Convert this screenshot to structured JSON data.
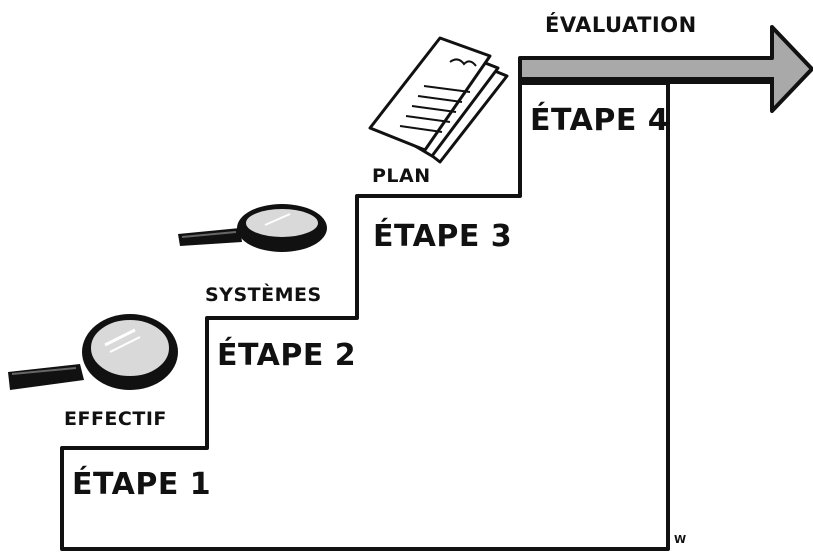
{
  "steps": [
    {
      "label": "ÉTAPE 1",
      "caption": "EFFECTIF",
      "icon": "magnifying-glass-icon"
    },
    {
      "label": "ÉTAPE 2",
      "caption": "SYSTÈMES",
      "icon": "magnifying-glass-icon"
    },
    {
      "label": "ÉTAPE 3",
      "caption": "PLAN",
      "icon": "document-stack-icon"
    },
    {
      "label": "ÉTAPE 4",
      "caption": "ÉVALUATION",
      "icon": "arrow-right-icon"
    }
  ],
  "signature": "W",
  "colors": {
    "ink": "#111111",
    "paper": "#ffffff",
    "arrow_fill": "#a9a9a9",
    "lens_shade": "#d9d9d9"
  }
}
